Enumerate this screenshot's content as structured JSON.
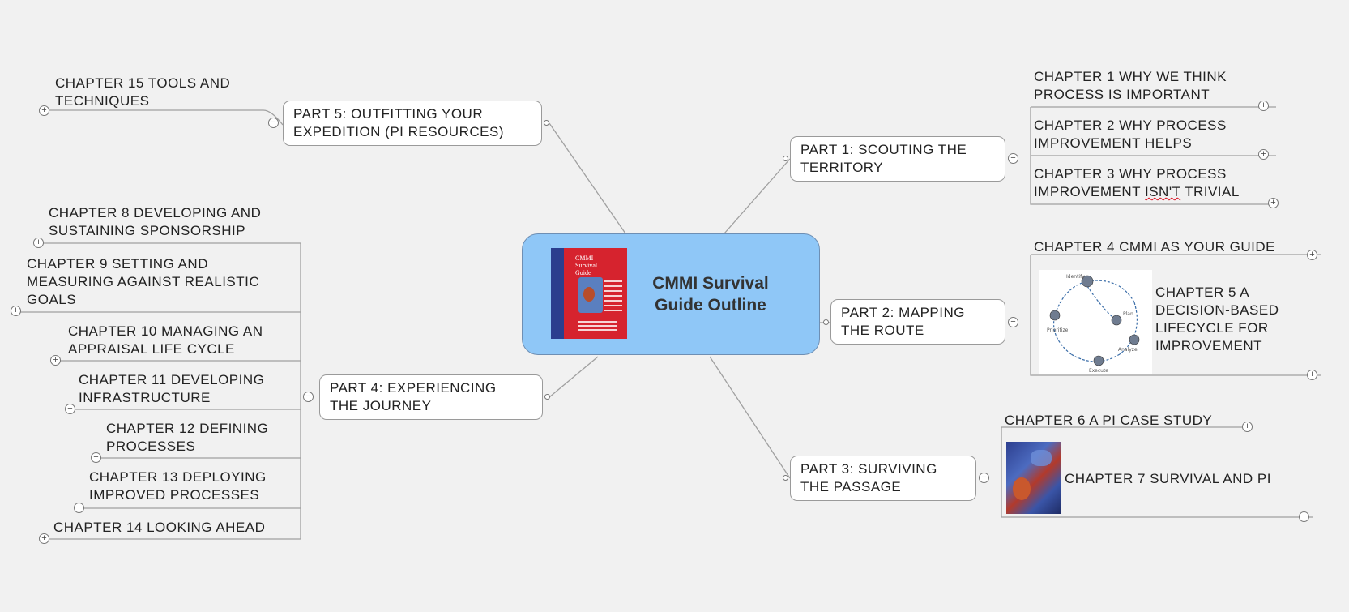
{
  "central": {
    "title_line1": "CMMI Survival",
    "title_line2": "Guide Outline"
  },
  "cover": {
    "title_line1": "CMMI",
    "title_line2": "Survival",
    "title_line3": "Guide"
  },
  "parts": {
    "p1": {
      "line1": "PART 1: SCOUTING THE",
      "line2": "TERRITORY"
    },
    "p2": {
      "line1": "PART 2: MAPPING",
      "line2": "THE ROUTE"
    },
    "p3": {
      "line1": "PART 3: SURVIVING",
      "line2": "THE PASSAGE"
    },
    "p4": {
      "line1": "PART 4: EXPERIENCING",
      "line2": "THE JOURNEY"
    },
    "p5": {
      "line1": "PART 5: OUTFITTING YOUR",
      "line2": "EXPEDITION (PI RESOURCES)"
    }
  },
  "chapters": {
    "c1": {
      "line1": "CHAPTER 1 WHY WE THINK",
      "line2": "PROCESS IS IMPORTANT"
    },
    "c2": {
      "line1": "CHAPTER 2 WHY PROCESS",
      "line2": "IMPROVEMENT HELPS"
    },
    "c3": {
      "line1": "CHAPTER 3 WHY PROCESS",
      "line2a": "IMPROVEMENT ",
      "line2b": "ISN'T",
      "line2c": " TRIVIAL"
    },
    "c4": {
      "line1": "CHAPTER 4 CMMI AS YOUR GUIDE"
    },
    "c5": {
      "line1": "CHAPTER 5 A",
      "line2": "DECISION-BASED",
      "line3": "LIFECYCLE FOR",
      "line4": "IMPROVEMENT"
    },
    "c6": {
      "line1": "CHAPTER 6 A PI CASE STUDY"
    },
    "c7": {
      "line1": "CHAPTER 7 SURVIVAL AND PI"
    },
    "c8": {
      "line1": "CHAPTER 8 DEVELOPING AND",
      "line2": "SUSTAINING SPONSORSHIP"
    },
    "c9": {
      "line1": "CHAPTER 9 SETTING AND",
      "line2": "MEASURING AGAINST REALISTIC",
      "line3": "GOALS"
    },
    "c10": {
      "line1": "CHAPTER 10 MANAGING AN",
      "line2": "APPRAISAL LIFE CYCLE"
    },
    "c11": {
      "line1": "CHAPTER 11 DEVELOPING",
      "line2": "INFRASTRUCTURE"
    },
    "c12": {
      "line1": "CHAPTER 12 DEFINING",
      "line2": "PROCESSES"
    },
    "c13": {
      "line1": "CHAPTER 13 DEPLOYING",
      "line2": "IMPROVED PROCESSES"
    },
    "c14": {
      "line1": "CHAPTER 14 LOOKING AHEAD"
    },
    "c15": {
      "line1": "CHAPTER 15 TOOLS AND",
      "line2": "TECHNIQUES"
    }
  },
  "lifecycle_labels": {
    "a": "Identify",
    "b": "Plan",
    "c": "Analyze",
    "d": "Execute",
    "e": "Prioritize"
  },
  "toggles": {
    "expand": "+",
    "collapse": "−"
  },
  "colors": {
    "central_fill": "#8fc7f7",
    "background": "#f1f1f1",
    "connector": "#9a9a9a",
    "cover_red": "#d6232e",
    "cover_spine": "#2b3e8e"
  }
}
